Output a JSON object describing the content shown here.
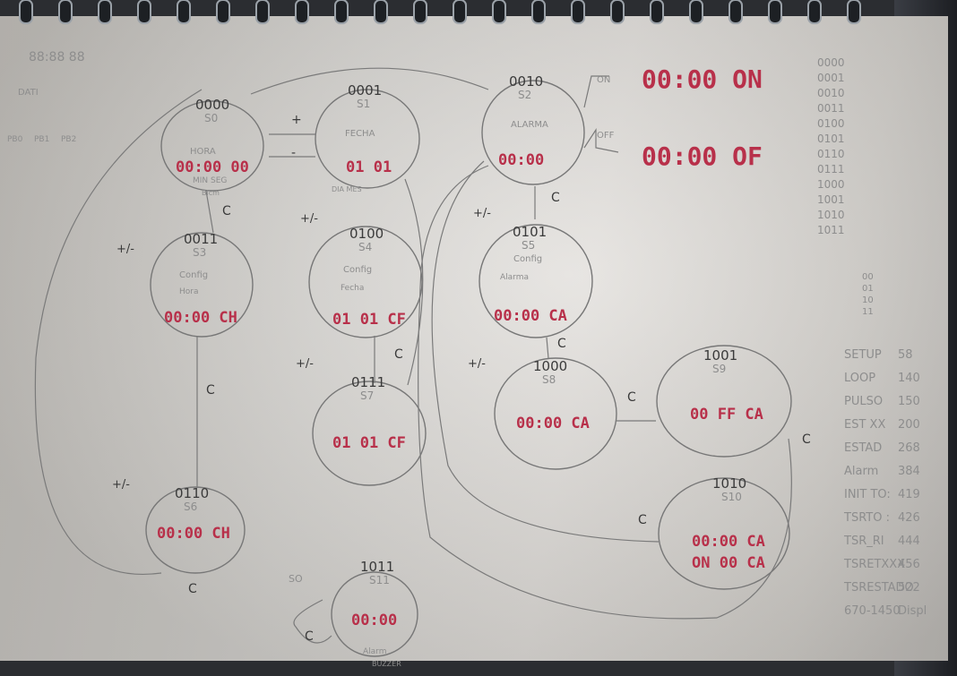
{
  "corner": {
    "clock": "88:88 88",
    "label": "DATI",
    "buttons": [
      "PB0",
      "PB1",
      "PB2"
    ]
  },
  "states": [
    {
      "code": "0000",
      "name": "S0",
      "title": "HORA",
      "sub": "MIN SEG",
      "display": "00:00 00",
      "caption": "Blcm"
    },
    {
      "code": "0001",
      "name": "S1",
      "title": "FECHA",
      "display": "01 01",
      "caption": "DIA MES"
    },
    {
      "code": "0010",
      "name": "S2",
      "title": "ALARMA",
      "display": "00:00"
    },
    {
      "code": "0011",
      "name": "S3",
      "title": "Config",
      "sub": "Hora",
      "display": "00:00 CH"
    },
    {
      "code": "0100",
      "name": "S4",
      "title": "Config",
      "sub": "Fecha",
      "display": "01 01 CF"
    },
    {
      "code": "0101",
      "name": "S5",
      "title": "Config",
      "sub": "Alarma",
      "display": "00:00 CA"
    },
    {
      "code": "0111",
      "name": "S7",
      "display": "01 01 CF"
    },
    {
      "code": "1000",
      "name": "S8",
      "display": "00:00 CA"
    },
    {
      "code": "1001",
      "name": "S9",
      "display": "00 FF CA"
    },
    {
      "code": "0110",
      "name": "S6",
      "display": "00:00 CH"
    },
    {
      "code": "1010",
      "name": "S10",
      "display": "00:00 CA",
      "display2": "ON 00 CA"
    },
    {
      "code": "1011",
      "name": "S11",
      "display": "00:00",
      "sub": "Alarm",
      "caption": "BUZZER"
    }
  ],
  "alarm_outputs": [
    {
      "condition": "ON",
      "display": "00:00  ON"
    },
    {
      "condition": "OFF",
      "display": "00:00  OF"
    }
  ],
  "transition_labels": [
    "C",
    "+",
    "-",
    "+/-",
    "SO"
  ],
  "binary_list": [
    "0000",
    "0001",
    "0010",
    "0011",
    "0100",
    "0101",
    "0110",
    "0111",
    "1000",
    "1001",
    "1010",
    "1011"
  ],
  "small_list": [
    "00",
    "01",
    "10",
    "11"
  ],
  "timings": [
    {
      "name": "SETUP",
      "value": "58"
    },
    {
      "name": "LOOP",
      "value": "140"
    },
    {
      "name": "PULSO",
      "value": "150"
    },
    {
      "name": "EST XX",
      "value": "200"
    },
    {
      "name": "ESTAD",
      "value": "268"
    },
    {
      "name": "Alarm",
      "value": "384"
    },
    {
      "name": "INIT TO:",
      "value": "419"
    },
    {
      "name": "TSRTO :",
      "value": "426"
    },
    {
      "name": "TSR_RI",
      "value": "444"
    },
    {
      "name": "TSRETXXX",
      "value": "456"
    },
    {
      "name": "TSRESTADO",
      "value": "522"
    },
    {
      "name": "670-1450",
      "value": "Displ"
    }
  ]
}
